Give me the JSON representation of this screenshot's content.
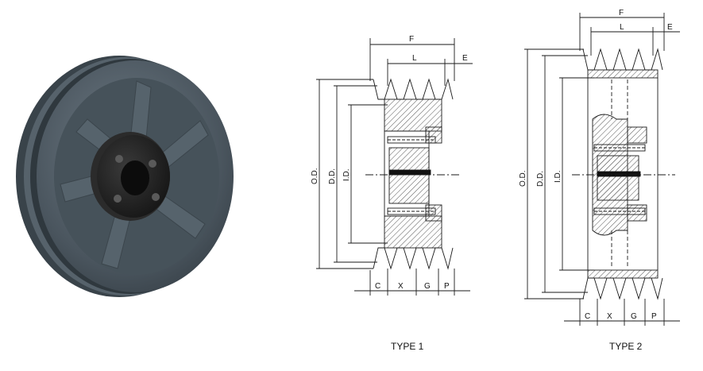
{
  "types": [
    {
      "caption": "TYPE 1",
      "dims": {
        "F": "F",
        "L": "L",
        "E": "E",
        "OD": "O.D.",
        "DD": "D.D.",
        "ID": "I.D.",
        "C": "C",
        "X": "X",
        "G": "G",
        "P": "P"
      }
    },
    {
      "caption": "TYPE 2",
      "dims": {
        "F": "F",
        "L": "L",
        "E": "E",
        "OD": "O.D.",
        "DD": "D.D.",
        "ID": "I.D.",
        "C": "C",
        "X": "X",
        "G": "G",
        "P": "P"
      }
    }
  ],
  "colors": {
    "pulley": "#4d5962",
    "line": "#1a1a1a",
    "hatch": "#555555"
  }
}
